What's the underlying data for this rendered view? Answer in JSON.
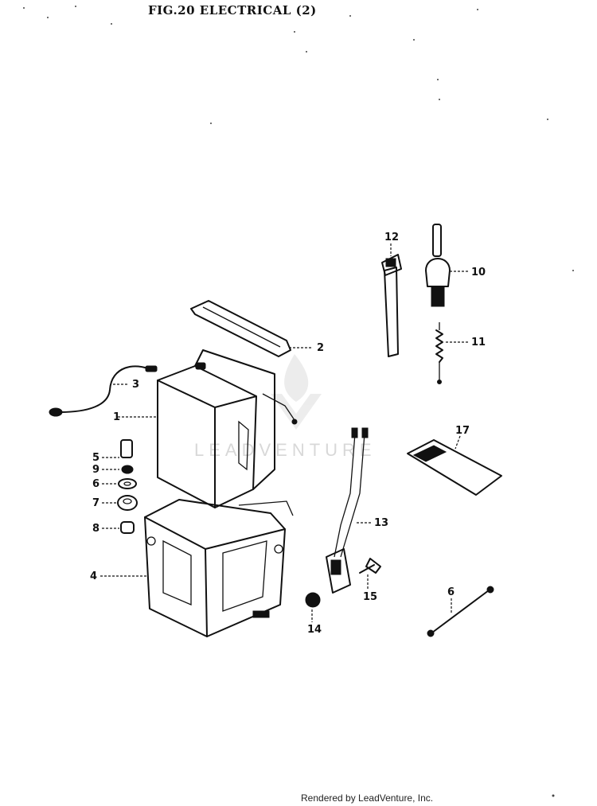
{
  "header": {
    "title": "FIG.20 ELECTRICAL (2)"
  },
  "watermark": {
    "text": "LEADVENTURE"
  },
  "footer": {
    "credit": "Rendered by LeadVenture, Inc."
  },
  "callouts": [
    "1",
    "2",
    "3",
    "4",
    "5",
    "9",
    "6",
    "7",
    "8",
    "12",
    "10",
    "11",
    "17",
    "13",
    "14",
    "15",
    "6"
  ]
}
